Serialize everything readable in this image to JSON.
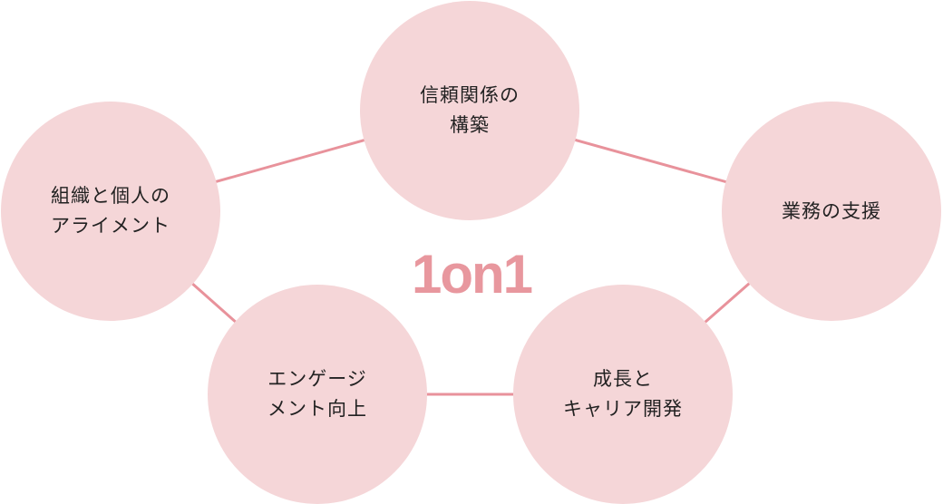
{
  "center_label": "1on1",
  "nodes": [
    {
      "line1": "信頼関係の",
      "line2": "構築"
    },
    {
      "line1": "組織と個人の",
      "line2": "アライメント"
    },
    {
      "line1": "業務の支援",
      "line2": ""
    },
    {
      "line1": "エンゲージ",
      "line2": "メント向上"
    },
    {
      "line1": "成長と",
      "line2": "キャリア開発"
    }
  ],
  "colors": {
    "circle": "#f5d6d8",
    "line": "#e8929b",
    "center_text": "#e8979e"
  }
}
